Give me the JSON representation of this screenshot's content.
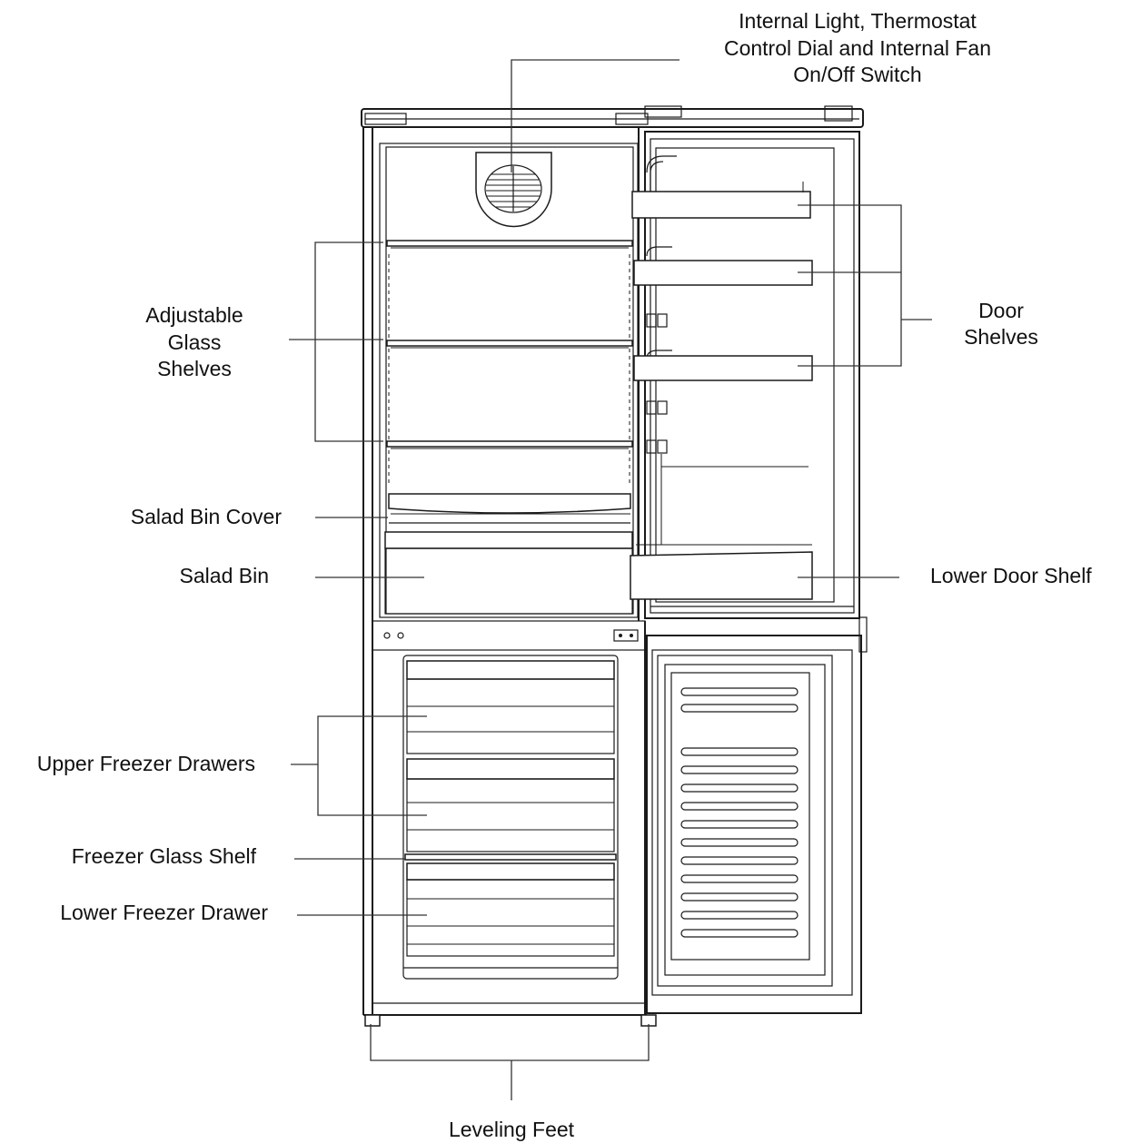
{
  "labels": {
    "top_light": [
      "Internal Light, Thermostat",
      "Control Dial and Internal Fan",
      "On/Off Switch"
    ],
    "adjustable_glass_shelves": [
      "Adjustable",
      "Glass",
      "Shelves"
    ],
    "door_shelves": [
      "Door",
      "Shelves"
    ],
    "salad_bin_cover": "Salad Bin Cover",
    "salad_bin": "Salad Bin",
    "lower_door_shelf": "Lower Door Shelf",
    "upper_freezer_drawers": "Upper Freezer Drawers",
    "freezer_glass_shelf": "Freezer Glass Shelf",
    "lower_freezer_drawer": "Lower Freezer Drawer",
    "leveling_feet": "Leveling Feet"
  },
  "colors": {
    "line": "#1a1a1a",
    "text": "#111111",
    "background": "#ffffff"
  }
}
